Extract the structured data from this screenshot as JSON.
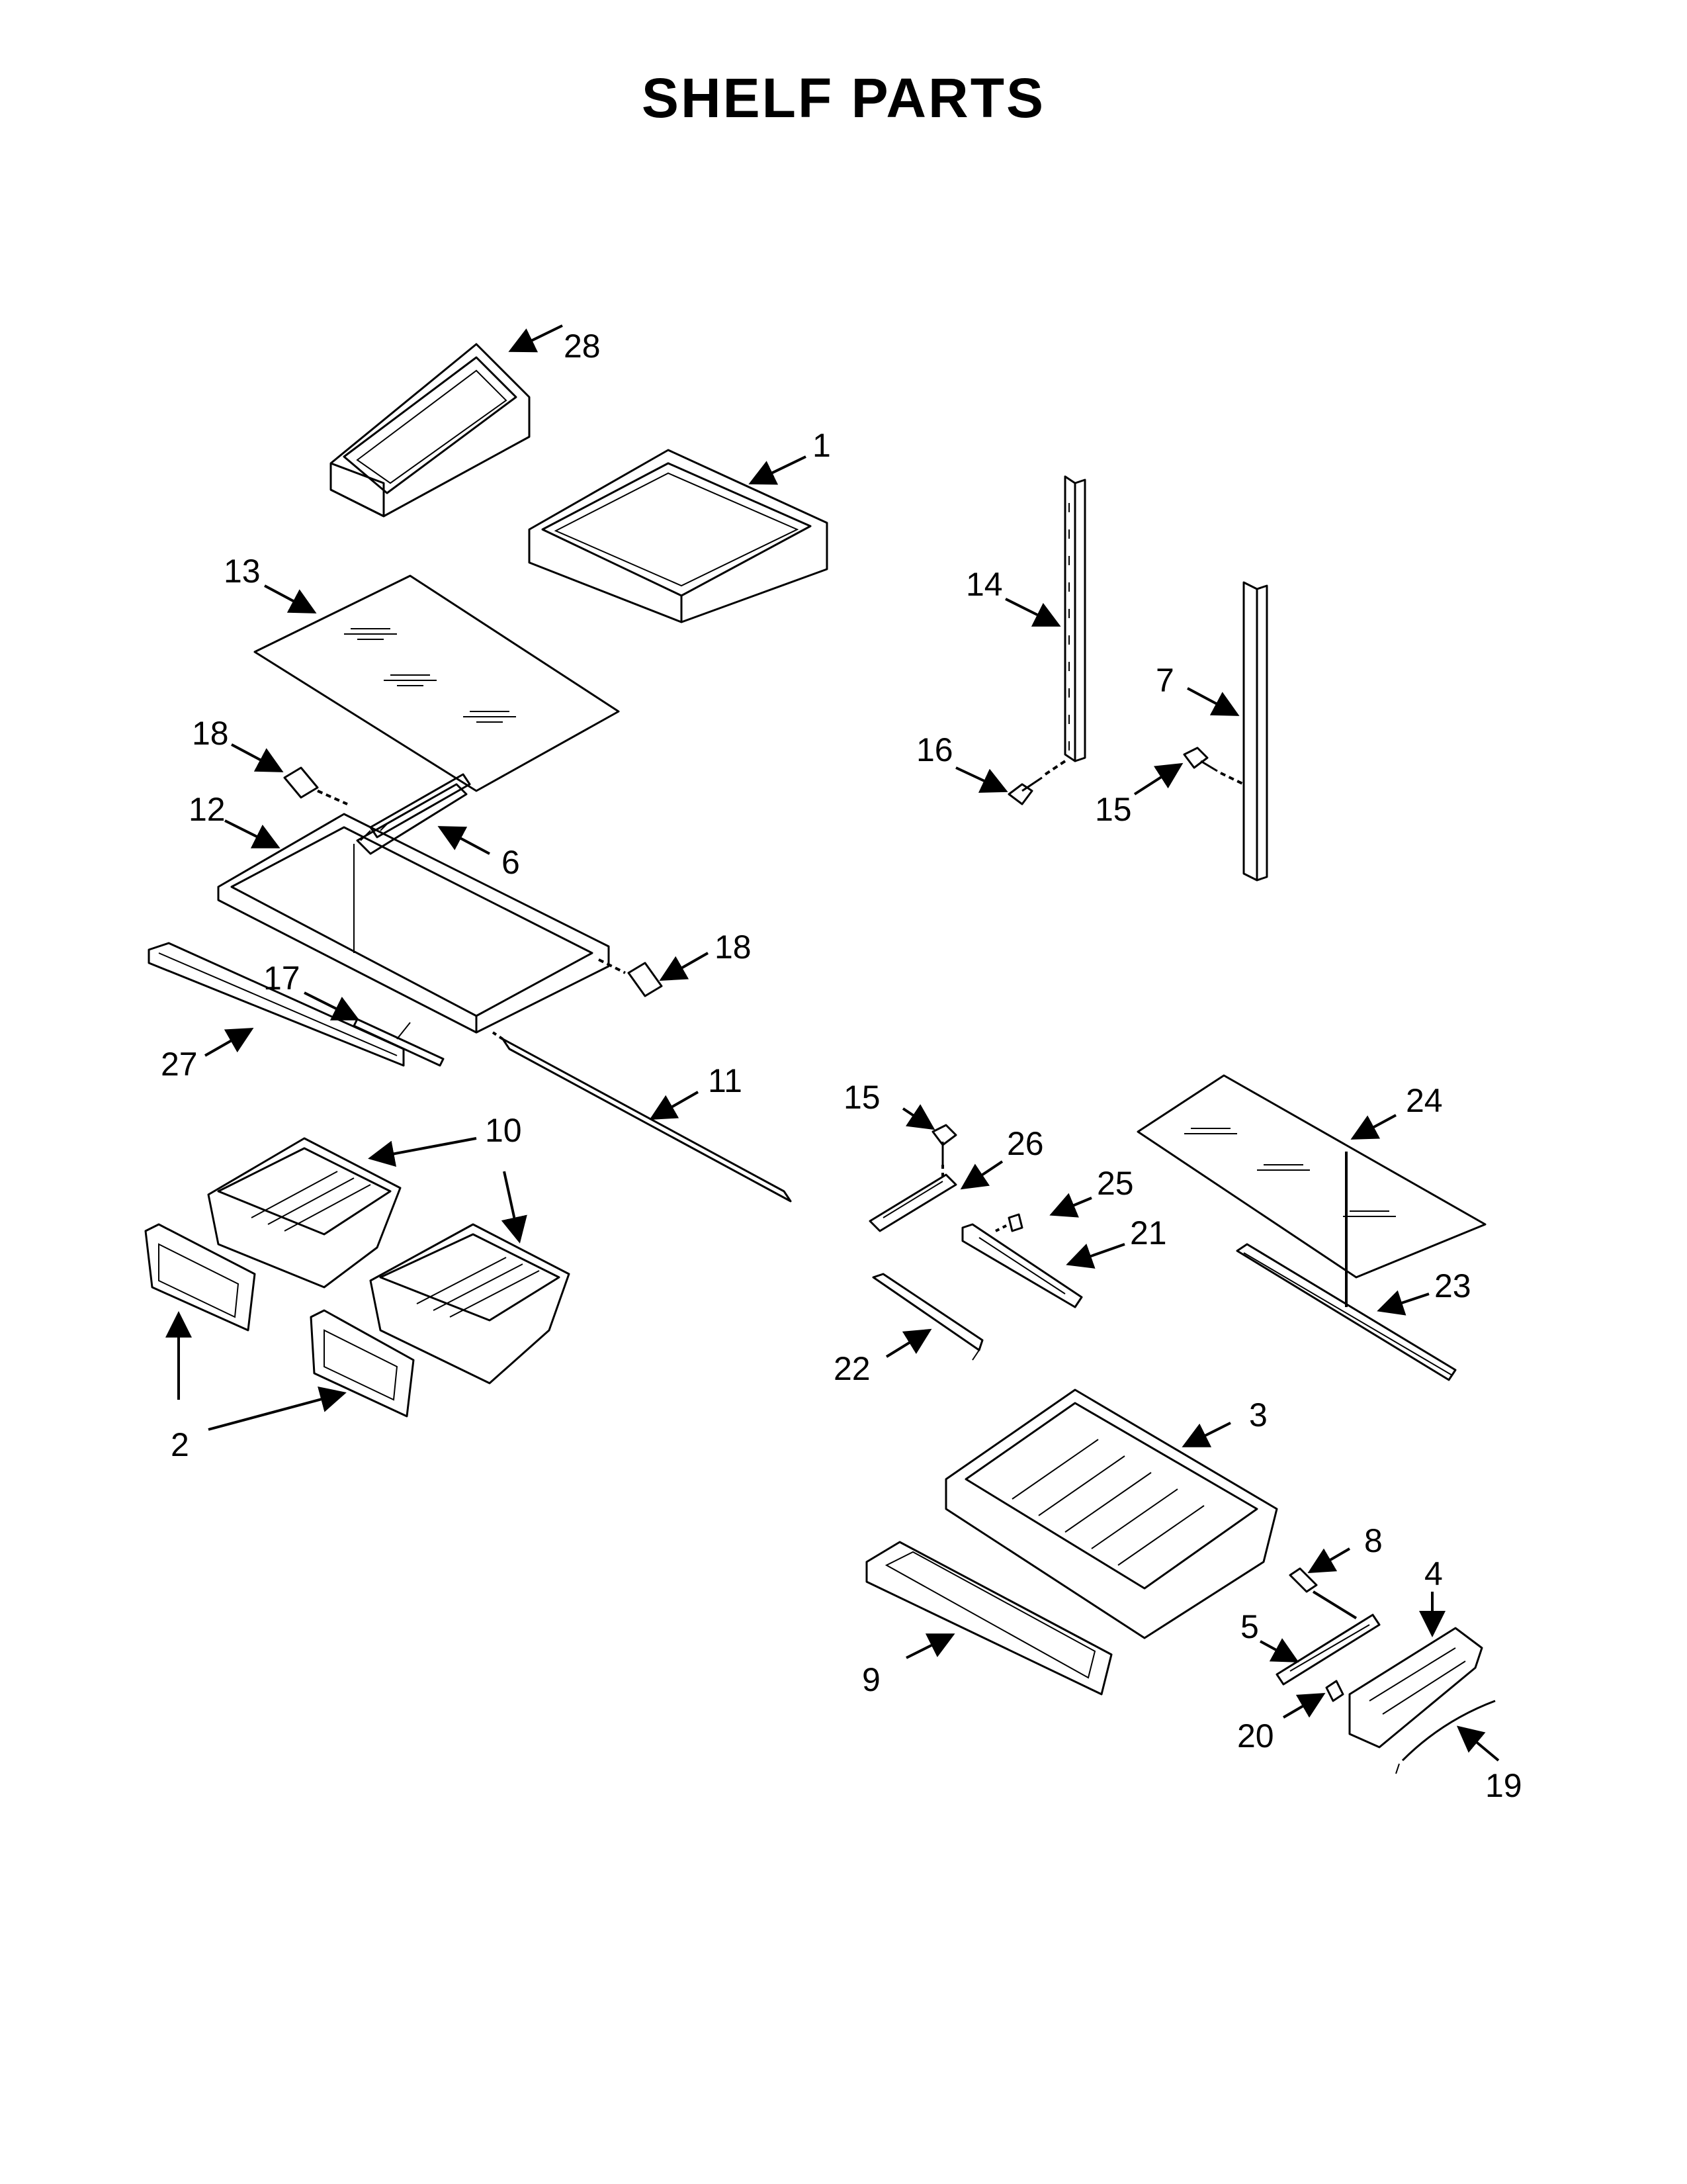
{
  "title": "SHELF PARTS",
  "callouts": {
    "c28": "28",
    "c1": "1",
    "c13": "13",
    "c14": "14",
    "c7": "7",
    "c18a": "18",
    "c16": "16",
    "c15a": "15",
    "c12": "12",
    "c6": "6",
    "c18b": "18",
    "c17": "17",
    "c27": "27",
    "c11": "11",
    "c10": "10",
    "c15b": "15",
    "c24": "24",
    "c26": "26",
    "c25": "25",
    "c21": "21",
    "c23": "23",
    "c22": "22",
    "c2": "2",
    "c3": "3",
    "c8": "8",
    "c4": "4",
    "c5": "5",
    "c9": "9",
    "c20": "20",
    "c19": "19"
  }
}
